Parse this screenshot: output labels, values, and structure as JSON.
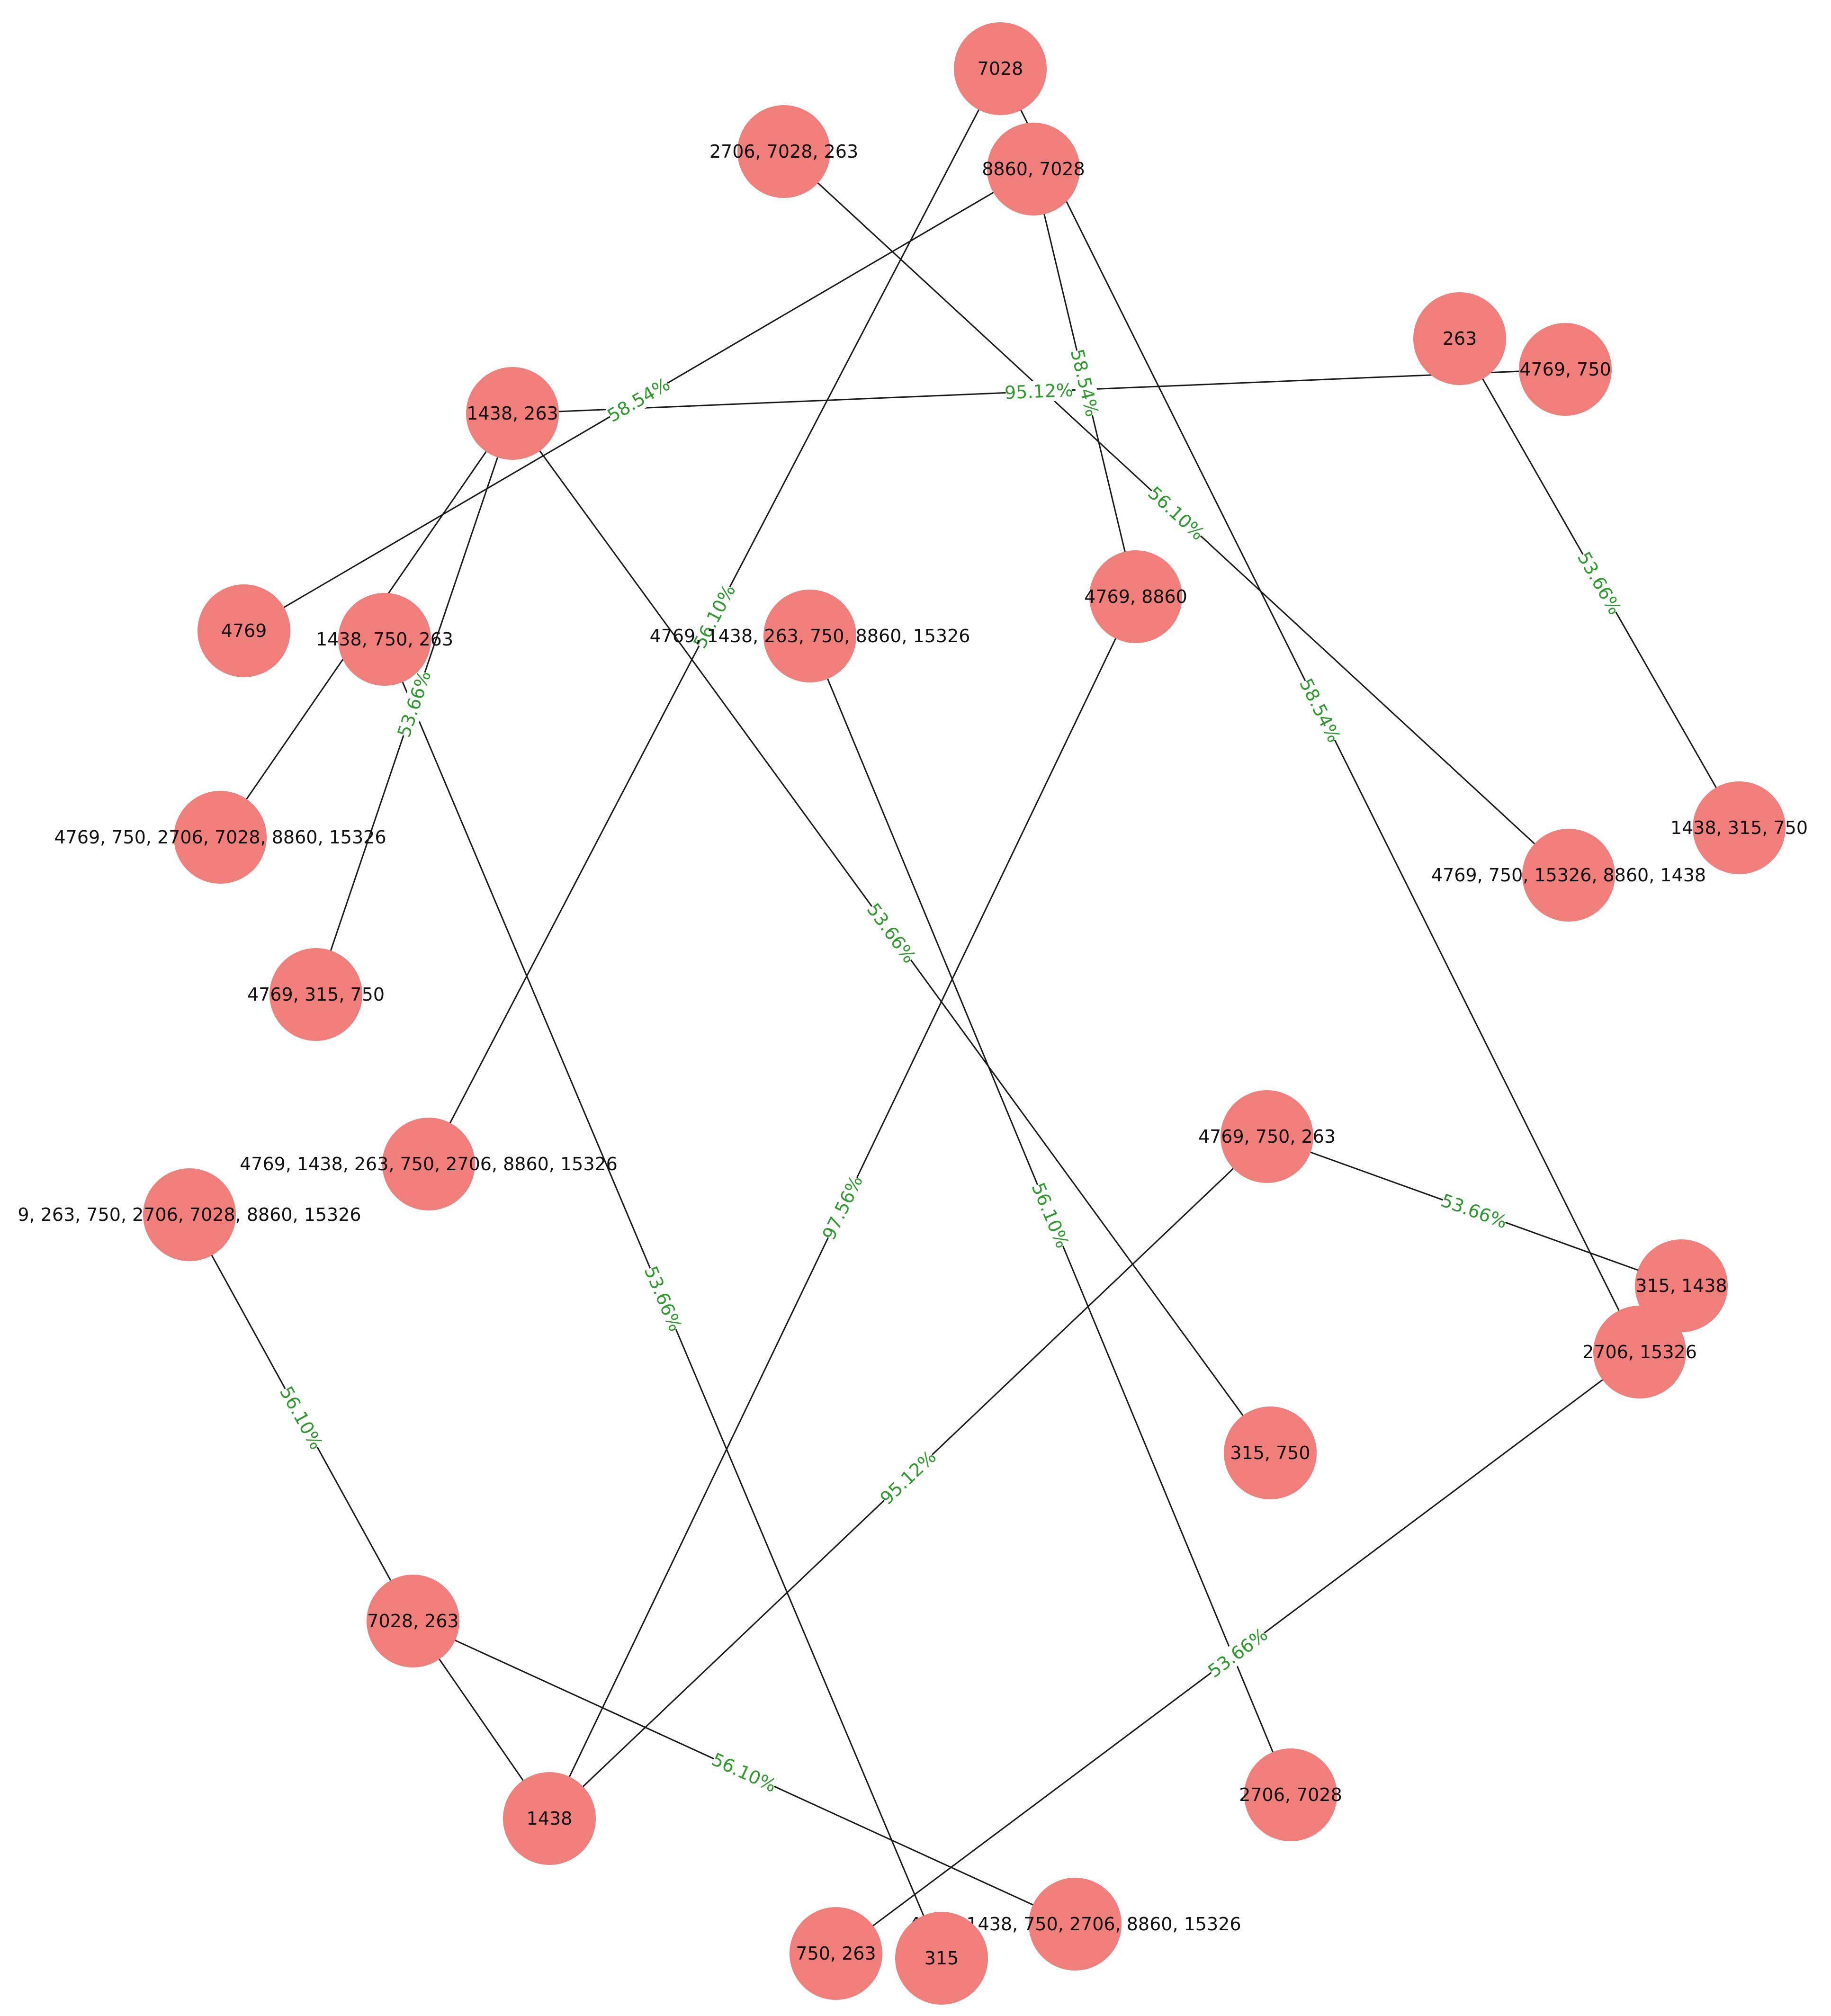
{
  "colors": {
    "node_fill": "#f07f7c",
    "edge_stroke": "#1a1a1a",
    "edge_label": "#2e9a2e",
    "background": "#ffffff"
  },
  "nodes": [
    {
      "id": "n7028",
      "label": "7028"
    },
    {
      "id": "n2706_7028_263",
      "label": "2706, 7028, 263"
    },
    {
      "id": "n8860_7028",
      "label": "8860, 7028"
    },
    {
      "id": "n263",
      "label": "263"
    },
    {
      "id": "n4769_750",
      "label": "4769, 750"
    },
    {
      "id": "n1438_263",
      "label": "1438, 263"
    },
    {
      "id": "n4769",
      "label": "4769"
    },
    {
      "id": "n1438_750_263",
      "label": "1438, 750, 263"
    },
    {
      "id": "n_big1",
      "label": "4769, 1438, 263, 750, 8860, 15326"
    },
    {
      "id": "n4769_8860",
      "label": "4769, 8860"
    },
    {
      "id": "n4769_750_2706_7028",
      "label": "4769, 750, 2706, 7028, 8860, 15326"
    },
    {
      "id": "n1438_315_750",
      "label": "1438, 315, 750"
    },
    {
      "id": "n4769_750_15326",
      "label": "4769, 750, 15326, 8860, 1438"
    },
    {
      "id": "n4769_315_750",
      "label": "4769, 315, 750"
    },
    {
      "id": "n4769_750_263",
      "label": "4769, 750, 263"
    },
    {
      "id": "n_big2",
      "label": "4769, 1438, 263, 750, 2706, 8860, 15326"
    },
    {
      "id": "n9_263",
      "label": "9, 263, 750, 2706, 7028, 8860, 15326"
    },
    {
      "id": "n315_1438",
      "label": "315, 1438"
    },
    {
      "id": "n2706_15326",
      "label": "2706, 15326"
    },
    {
      "id": "n315_750",
      "label": "315, 750"
    },
    {
      "id": "n7028_263",
      "label": "7028, 263"
    },
    {
      "id": "n1438",
      "label": "1438"
    },
    {
      "id": "n2706_7028",
      "label": "2706, 7028"
    },
    {
      "id": "n4769_1438_750",
      "label": "4769, 1438, 750, 2706, 8860, 15326"
    },
    {
      "id": "n750_263",
      "label": "750, 263"
    },
    {
      "id": "n315",
      "label": "315"
    }
  ],
  "edges": [
    {
      "source": "n7028",
      "target": "n_big2",
      "label": "56.10%"
    },
    {
      "source": "n7028",
      "target": "n2706_15326",
      "label": "58.54%"
    },
    {
      "source": "n8860_7028",
      "target": "n4769",
      "label": "58.54%"
    },
    {
      "source": "n8860_7028",
      "target": "n4769_8860",
      "label": "58.54%"
    },
    {
      "source": "n2706_7028_263",
      "target": "n4769_750_15326",
      "label": "56.10%"
    },
    {
      "source": "n1438_263",
      "target": "n4769_750",
      "label": "95.12%"
    },
    {
      "source": "n263",
      "target": "n1438_315_750",
      "label": "53.66%"
    },
    {
      "source": "n1438_263",
      "target": "n4769_750_2706_7028",
      "label": ""
    },
    {
      "source": "n1438_263",
      "target": "n4769_315_750",
      "label": "53.66%"
    },
    {
      "source": "n1438_263",
      "target": "n315_750",
      "label": "53.66%"
    },
    {
      "source": "n1438_750_263",
      "target": "n315",
      "label": "53.66%"
    },
    {
      "source": "n_big1",
      "target": "n2706_7028",
      "label": "56.10%"
    },
    {
      "source": "n4769_8860",
      "target": "n1438",
      "label": "97.56%"
    },
    {
      "source": "n4769_750_263",
      "target": "n1438",
      "label": "95.12%"
    },
    {
      "source": "n4769_750_263",
      "target": "n315_1438",
      "label": "53.66%"
    },
    {
      "source": "n9_263",
      "target": "n7028_263",
      "label": "56.10%"
    },
    {
      "source": "n7028_263",
      "target": "n1438",
      "label": ""
    },
    {
      "source": "n7028_263",
      "target": "n4769_1438_750",
      "label": "56.10%"
    },
    {
      "source": "n2706_15326",
      "target": "n750_263",
      "label": "53.66%"
    }
  ]
}
